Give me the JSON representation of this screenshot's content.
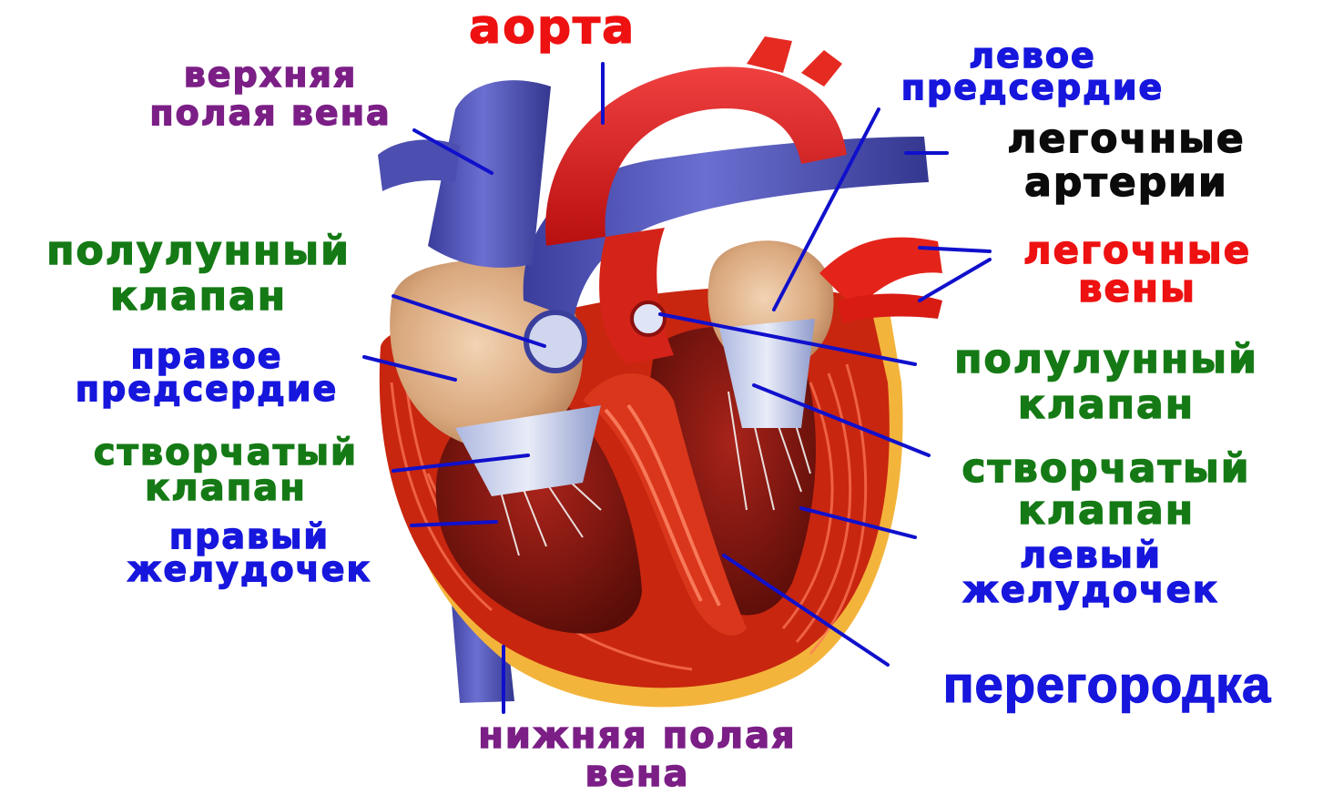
{
  "title": "аорта",
  "colors": {
    "vein_blue": "#5255b8",
    "artery_red": "#e01e1e",
    "muscle": "#c8250f",
    "fat": "#f2b23a",
    "leader_line": "#1010cc",
    "label_purple": "#7b1f86",
    "label_red": "#ee1111",
    "label_blue": "#1616dd",
    "label_green": "#157a15",
    "label_black": "#0b0b0b"
  },
  "labels": {
    "superior_vena_cava": [
      "верхняя",
      "полая вена"
    ],
    "left_atrium": [
      "левое",
      "предсердие"
    ],
    "pulmonary_arteries": [
      "легочные",
      "артерии"
    ],
    "pulmonary_veins": [
      "легочные",
      "вены"
    ],
    "semilunar_valve_left": [
      "полулунный",
      "клапан"
    ],
    "right_atrium": [
      "правое",
      "предсердие"
    ],
    "tricuspid_valve": [
      "створчатый",
      "клапан"
    ],
    "right_ventricle": [
      "правый",
      "желудочек"
    ],
    "semilunar_valve_right": [
      "полулунный",
      "клапан"
    ],
    "mitral_valve": [
      "створчатый",
      "клапан"
    ],
    "left_ventricle": [
      "левый",
      "желудочек"
    ],
    "septum": [
      "перегородка"
    ],
    "inferior_vena_cava": [
      "нижняя полая",
      "вена"
    ]
  }
}
